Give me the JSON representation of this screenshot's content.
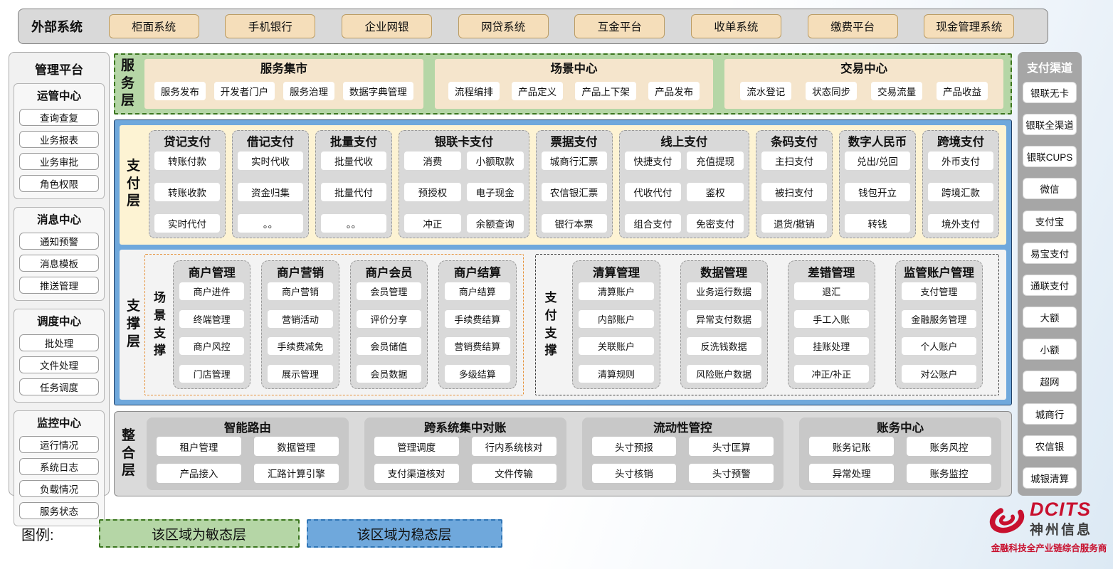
{
  "external_systems": {
    "label": "外部系统",
    "items": [
      "柜面系统",
      "手机银行",
      "企业网银",
      "网贷系统",
      "互金平台",
      "收单系统",
      "缴费平台",
      "现金管理系统"
    ]
  },
  "management_platform": {
    "title": "管理平台",
    "groups": [
      {
        "title": "运管中心",
        "items": [
          "查询查复",
          "业务报表",
          "业务审批",
          "角色权限"
        ]
      },
      {
        "title": "消息中心",
        "items": [
          "通知预警",
          "消息模板",
          "推送管理"
        ]
      },
      {
        "title": "调度中心",
        "items": [
          "批处理",
          "文件处理",
          "任务调度"
        ]
      },
      {
        "title": "监控中心",
        "items": [
          "运行情况",
          "系统日志",
          "负载情况",
          "服务状态"
        ]
      }
    ]
  },
  "service_layer": {
    "label": "服务层",
    "panels": [
      {
        "title": "服务集市",
        "items": [
          "服务发布",
          "开发者门户",
          "服务治理",
          "数据字典管理"
        ]
      },
      {
        "title": "场景中心",
        "items": [
          "流程编排",
          "产品定义",
          "产品上下架",
          "产品发布"
        ]
      },
      {
        "title": "交易中心",
        "items": [
          "流水登记",
          "状态同步",
          "交易流量",
          "产品收益"
        ]
      }
    ]
  },
  "payment_layer": {
    "label": "支付层",
    "columns": [
      {
        "title": "贷记支付",
        "cols": 1,
        "items": [
          "转账付款",
          "转账收款",
          "实时代付"
        ]
      },
      {
        "title": "借记支付",
        "cols": 1,
        "items": [
          "实时代收",
          "资金归集",
          "。。"
        ]
      },
      {
        "title": "批量支付",
        "cols": 1,
        "items": [
          "批量代收",
          "批量代付",
          "。。"
        ]
      },
      {
        "title": "银联卡支付",
        "cols": 2,
        "items": [
          "消费",
          "小额取款",
          "预授权",
          "电子现金",
          "冲正",
          "余额查询"
        ]
      },
      {
        "title": "票据支付",
        "cols": 1,
        "items": [
          "城商行汇票",
          "农信银汇票",
          "银行本票"
        ]
      },
      {
        "title": "线上支付",
        "cols": 2,
        "items": [
          "快捷支付",
          "充值提现",
          "代收代付",
          "鉴权",
          "组合支付",
          "免密支付"
        ]
      },
      {
        "title": "条码支付",
        "cols": 1,
        "items": [
          "主扫支付",
          "被扫支付",
          "退货/撤销"
        ]
      },
      {
        "title": "数字人民币",
        "cols": 1,
        "items": [
          "兑出/兑回",
          "钱包开立",
          "转钱"
        ]
      },
      {
        "title": "跨境支付",
        "cols": 1,
        "items": [
          "外币支付",
          "跨境汇款",
          "境外支付"
        ]
      }
    ]
  },
  "support_layer": {
    "label": "支撑层",
    "scene_support": {
      "label": "场景支撑",
      "columns": [
        {
          "title": "商户管理",
          "items": [
            "商户进件",
            "终端管理",
            "商户风控",
            "门店管理"
          ]
        },
        {
          "title": "商户营销",
          "items": [
            "商户营销",
            "营销活动",
            "手续费减免",
            "展示管理"
          ]
        },
        {
          "title": "商户会员",
          "items": [
            "会员管理",
            "评价分享",
            "会员储值",
            "会员数据"
          ]
        },
        {
          "title": "商户结算",
          "items": [
            "商户结算",
            "手续费结算",
            "营销费结算",
            "多级结算"
          ]
        }
      ]
    },
    "payment_support": {
      "label": "支付支撑",
      "columns": [
        {
          "title": "清算管理",
          "items": [
            "清算账户",
            "内部账户",
            "关联账户",
            "清算规则"
          ]
        },
        {
          "title": "数据管理",
          "items": [
            "业务运行数据",
            "异常支付数据",
            "反洗钱数据",
            "风险账户数据"
          ]
        },
        {
          "title": "差错管理",
          "items": [
            "退汇",
            "手工入账",
            "挂账处理",
            "冲正/补正"
          ]
        },
        {
          "title": "监管账户管理",
          "items": [
            "支付管理",
            "金融服务管理",
            "个人账户",
            "对公账户"
          ]
        }
      ]
    }
  },
  "integration_layer": {
    "label": "整合层",
    "panels": [
      {
        "title": "智能路由",
        "items": [
          "租户管理",
          "数据管理",
          "产品接入",
          "汇路计算引擎"
        ]
      },
      {
        "title": "跨系统集中对账",
        "items": [
          "管理调度",
          "行内系统核对",
          "支付渠道核对",
          "文件传输"
        ]
      },
      {
        "title": "流动性管控",
        "items": [
          "头寸预报",
          "头寸匡算",
          "头寸核销",
          "头寸预警"
        ]
      },
      {
        "title": "账务中心",
        "items": [
          "账务记账",
          "账务风控",
          "异常处理",
          "账务监控"
        ]
      }
    ]
  },
  "payment_channels": {
    "title": "支付渠道",
    "items": [
      "银联无卡",
      "银联全渠道",
      "银联CUPS",
      "微信",
      "支付宝",
      "易宝支付",
      "通联支付",
      "大额",
      "小额",
      "超网",
      "城商行",
      "农信银",
      "城银清算"
    ]
  },
  "legend": {
    "label": "图例:",
    "agile": "该区域为敏态层",
    "stable": "该区域为稳态层"
  },
  "logo": {
    "brand": "DCITS",
    "name": "神州信息",
    "tagline": "金融科技全产业链综合服务商"
  },
  "colors": {
    "agile_green": "#b5d6a6",
    "stable_blue": "#6fa8dc",
    "tan_accent": "#f5deba",
    "channel_gray": "#a6a6a6",
    "brand_red": "#c8102e"
  }
}
